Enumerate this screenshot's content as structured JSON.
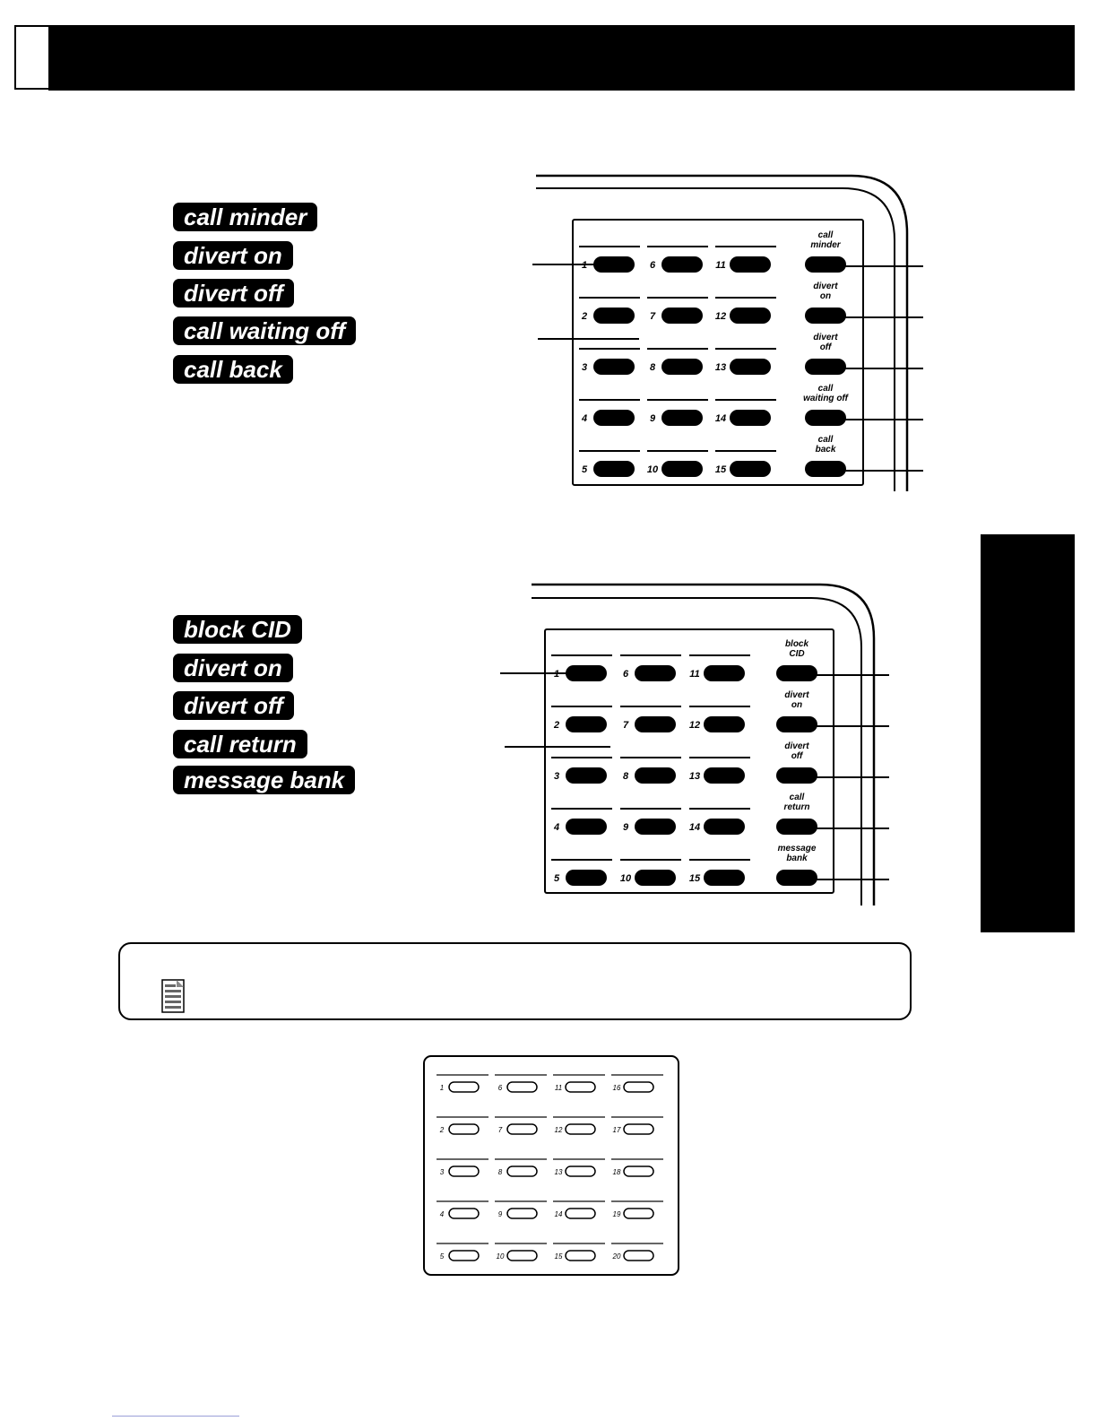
{
  "features_panel_a": [
    {
      "label": "call minder"
    },
    {
      "label": "divert on"
    },
    {
      "label": "divert off"
    },
    {
      "label": "call waiting off"
    },
    {
      "label": "call back"
    }
  ],
  "features_panel_b": [
    {
      "label": "block CID"
    },
    {
      "label": "divert on"
    },
    {
      "label": "divert off"
    },
    {
      "label": "call return"
    },
    {
      "label": "message bank"
    }
  ],
  "keypad_a": {
    "key_numbers": [
      [
        "1",
        "6",
        "11"
      ],
      [
        "2",
        "7",
        "12"
      ],
      [
        "3",
        "8",
        "13"
      ],
      [
        "4",
        "9",
        "14"
      ],
      [
        "5",
        "10",
        "15"
      ]
    ],
    "feature_key_labels": [
      [
        "call",
        "minder"
      ],
      [
        "divert",
        "on"
      ],
      [
        "divert",
        "off"
      ],
      [
        "call",
        "waiting off"
      ],
      [
        "call",
        "back"
      ]
    ]
  },
  "keypad_b": {
    "key_numbers": [
      [
        "1",
        "6",
        "11"
      ],
      [
        "2",
        "7",
        "12"
      ],
      [
        "3",
        "8",
        "13"
      ],
      [
        "4",
        "9",
        "14"
      ],
      [
        "5",
        "10",
        "15"
      ]
    ],
    "feature_key_labels": [
      [
        "block",
        "CID"
      ],
      [
        "divert",
        "on"
      ],
      [
        "divert",
        "off"
      ],
      [
        "call",
        "return"
      ],
      [
        "message",
        "bank"
      ]
    ]
  },
  "keypad_c": {
    "key_numbers": [
      [
        "1",
        "6",
        "11",
        "16"
      ],
      [
        "2",
        "7",
        "12",
        "17"
      ],
      [
        "3",
        "8",
        "13",
        "18"
      ],
      [
        "4",
        "9",
        "14",
        "19"
      ],
      [
        "5",
        "10",
        "15",
        "20"
      ]
    ]
  }
}
